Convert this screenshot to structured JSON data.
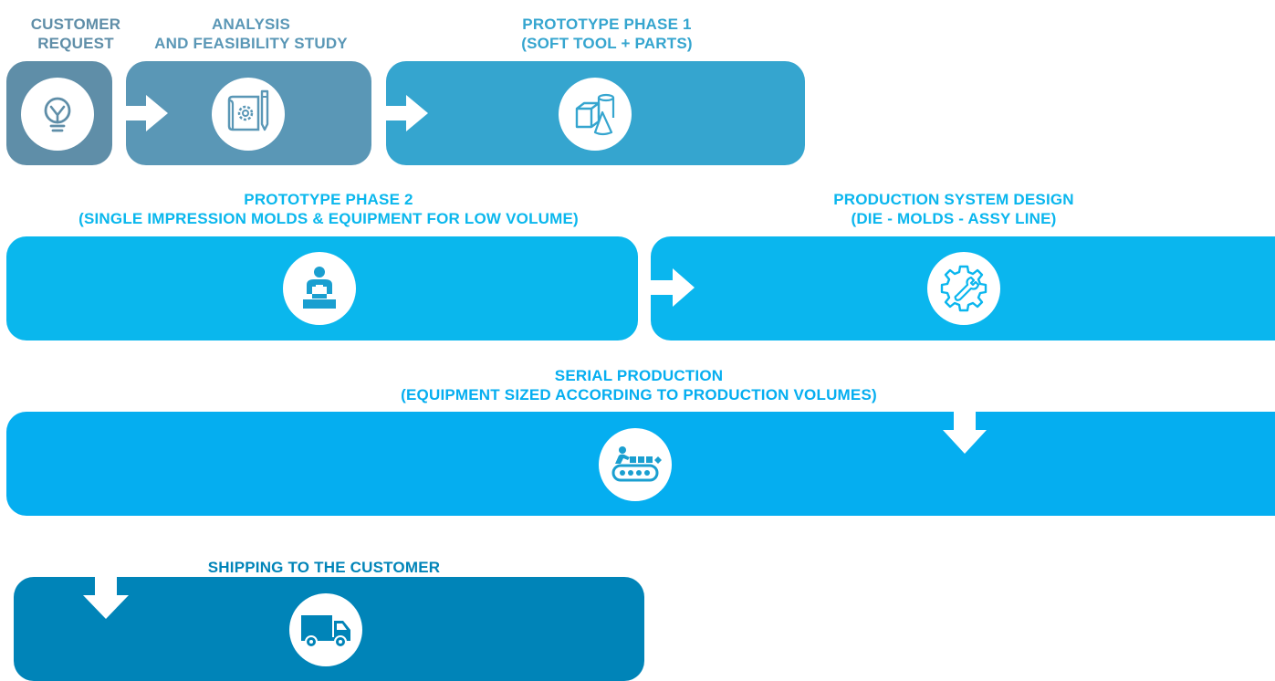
{
  "colors": {
    "customer_request": "#5f8ea8",
    "analysis": "#5a97b6",
    "prototype1": "#35a5cf",
    "prototype2": "#0ab7ed",
    "production_design": "#0ab6ee",
    "serial": "#05aef0",
    "shipping": "#0084b8",
    "icon": "#1a9fd0"
  },
  "steps": {
    "customer_request": {
      "line1": "CUSTOMER",
      "line2": "REQUEST",
      "icon": "lightbulb-icon"
    },
    "analysis": {
      "line1": "ANALYSIS",
      "line2": "AND FEASIBILITY STUDY",
      "icon": "blueprint-gear-pencil-icon"
    },
    "prototype1": {
      "line1": "PROTOTYPE PHASE 1",
      "line2": "(SOFT TOOL + PARTS)",
      "icon": "geometric-shapes-icon"
    },
    "prototype2": {
      "line1": "PROTOTYPE PHASE 2",
      "line2": "(SINGLE IMPRESSION MOLDS & EQUIPMENT FOR LOW VOLUME)",
      "icon": "worker-at-desk-icon"
    },
    "production_design": {
      "line1": "PRODUCTION SYSTEM DESIGN",
      "line2": "(DIE - MOLDS - ASSY LINE)",
      "icon": "gear-wrench-icon"
    },
    "serial": {
      "line1": "SERIAL PRODUCTION",
      "line2": "(EQUIPMENT SIZED ACCORDING TO PRODUCTION VOLUMES)",
      "icon": "conveyor-belt-icon"
    },
    "shipping": {
      "line1": "SHIPPING TO THE CUSTOMER",
      "icon": "delivery-truck-icon"
    }
  }
}
